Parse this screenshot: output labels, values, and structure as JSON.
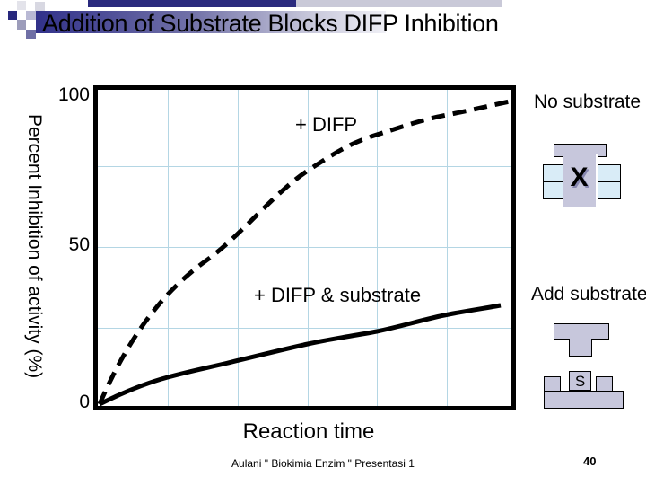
{
  "slide": {
    "title": "Addition of Substrate Blocks DIFP Inhibition",
    "footer": "Aulani \" Biokimia Enzim \" Presentasi 1",
    "page_number": "40"
  },
  "chart_data": {
    "type": "line",
    "title": "",
    "xlabel": "Reaction time",
    "ylabel": "Percent Inhibition of activity (%)",
    "ylim": [
      0,
      100
    ],
    "xlim_note": "x axis unlabeled, values given as fraction of full reaction-time axis",
    "ytick_labels": [
      "100",
      "50",
      "0"
    ],
    "grid": true,
    "gridlines": {
      "horizontal_percent": [
        25,
        50,
        75
      ],
      "vertical_fractions": [
        0.17,
        0.33,
        0.5,
        0.67,
        0.84
      ]
    },
    "legend_position": "inline-annotations",
    "series": [
      {
        "name": "+ DIFP",
        "style": "dashed",
        "x_fraction": [
          0,
          0.26,
          0.5,
          0.67,
          0.84,
          1.0
        ],
        "values": [
          0,
          46,
          74,
          85,
          91,
          96
        ]
      },
      {
        "name": "+ DIFP & substrate",
        "style": "solid",
        "x_fraction": [
          0,
          0.17,
          0.3,
          0.5,
          0.67,
          0.84,
          0.97
        ],
        "values": [
          0,
          10,
          14,
          20,
          24,
          29,
          32
        ]
      }
    ]
  },
  "annotations": {
    "no_substrate": "No substrate",
    "add_substrate": "Add substrate",
    "blocked_letter": "X",
    "substrate_letter": "S"
  },
  "colors": {
    "curve": "#000000",
    "gridline": "#b4d6e4",
    "enzyme_blue": "#d9ecf7",
    "shape_lavender": "#c7c7dc",
    "title_bar_dark": "#31318a",
    "top_strip_dark": "#2a2a7e"
  }
}
